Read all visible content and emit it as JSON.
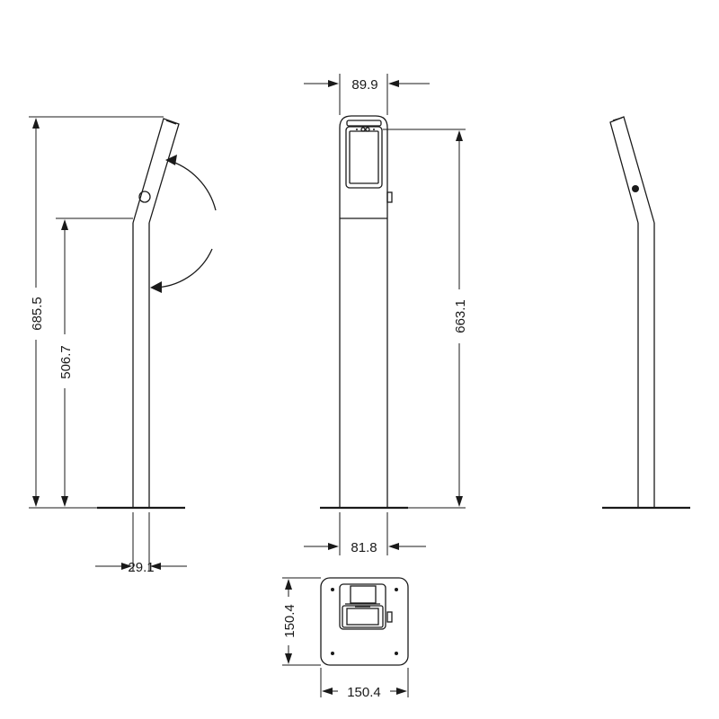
{
  "colors": {
    "line": "#1a1a1a",
    "background": "#ffffff"
  },
  "dimensions": {
    "total_height": "685.5",
    "post_height": "506.7",
    "front_height": "663.1",
    "head_width": "89.9",
    "post_width": "81.8",
    "side_thickness": "29.1",
    "base_depth": "150.4",
    "base_width": "150.4"
  }
}
